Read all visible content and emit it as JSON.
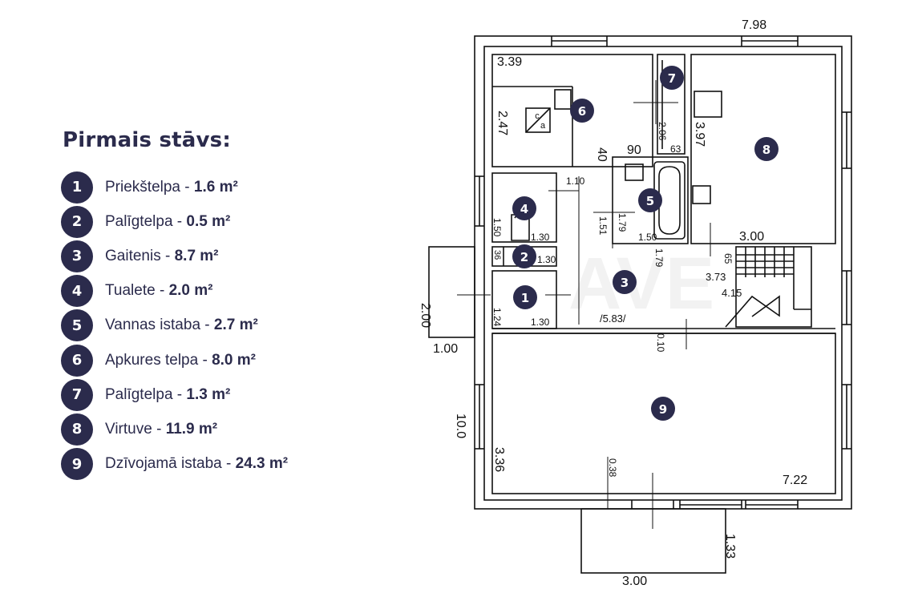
{
  "legend": {
    "title": "Pirmais stāvs:",
    "items": [
      {
        "num": "1",
        "name": "Priekštelpa",
        "sep": " - ",
        "area": "1.6 m²"
      },
      {
        "num": "2",
        "name": "Palīgtelpa",
        "sep": " - ",
        "area": "0.5 m²"
      },
      {
        "num": "3",
        "name": "Gaitenis",
        "sep": " - ",
        "area": "8.7 m²"
      },
      {
        "num": "4",
        "name": "Tualete",
        "sep": " - ",
        "area": "2.0 m²"
      },
      {
        "num": "5",
        "name": "Vannas istaba",
        "sep": " - ",
        "area": "2.7 m²"
      },
      {
        "num": "6",
        "name": "Apkures telpa",
        "sep": " - ",
        "area": "8.0 m²"
      },
      {
        "num": "7",
        "name": "Palīgtelpa",
        "sep": " - ",
        "area": "1.3 m²"
      },
      {
        "num": "8",
        "name": "Virtuve",
        "sep": " - ",
        "area": "11.9 m²"
      },
      {
        "num": "9",
        "name": "Dzīvojamā istaba",
        "sep": " - ",
        "area": "24.3 m²"
      }
    ]
  },
  "plan": {
    "dimensions": {
      "overall_width": "7.98",
      "overall_length": "10.0",
      "entrance_depth": "2.00",
      "entrance_width": "1.00",
      "terrace_width": "3.00",
      "terrace_depth": "1.33",
      "boiler_width": "3.39",
      "boiler_depth": "2.47",
      "closet_depth": "2.06",
      "closet_width": "63",
      "closet_gap": "90",
      "wall_40": "40",
      "kitchen_depth": "3.97",
      "kitchen_width": "3.00",
      "corridor_110": "1.10",
      "toilet_depth": "1.50",
      "toilet_width": "1.30",
      "storage_depth": "36",
      "storage_width": "1.30",
      "bath_151": "1.51",
      "bath_179a": "1.79",
      "bath_width": "1.50",
      "hall_179": "1.79",
      "stair_65": "65",
      "stair_373": "3.73",
      "stair_415": "4.15",
      "entry_depth": "1.24",
      "entry_width": "1.30",
      "hall_583": "/5.83/",
      "wall_010": "0.10",
      "living_336": "3.36",
      "living_038": "0.38",
      "living_722": "7.22"
    },
    "rooms": [
      {
        "num": "1"
      },
      {
        "num": "2"
      },
      {
        "num": "3"
      },
      {
        "num": "4"
      },
      {
        "num": "5"
      },
      {
        "num": "6"
      },
      {
        "num": "7"
      },
      {
        "num": "8"
      },
      {
        "num": "9"
      }
    ],
    "boiler_label_top": "c",
    "boiler_label_bottom": "a",
    "watermark": "AVE"
  },
  "colors": {
    "badge": "#2b2b4c",
    "text": "#2b2b4c",
    "line": "#111111"
  }
}
